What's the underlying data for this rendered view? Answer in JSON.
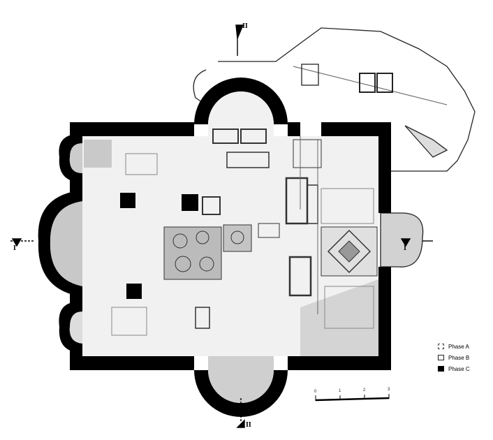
{
  "legend": {
    "items": [
      {
        "label": "Phase A",
        "style": "dashed"
      },
      {
        "label": "Phase B",
        "style": "outline"
      },
      {
        "label": "Phase C",
        "style": "solid"
      }
    ]
  },
  "section_markers": {
    "top": "II",
    "bottom": "II",
    "left": "I",
    "right": "I"
  },
  "scale_bar": {
    "ticks": [
      "0",
      "1",
      "2",
      "3"
    ]
  },
  "colors": {
    "wall": "#000000",
    "floor": "#e6e6e6",
    "line": "#333333"
  }
}
